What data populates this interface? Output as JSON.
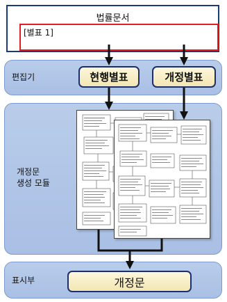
{
  "document": {
    "title": "법률문서",
    "table_label": "[별표 1]"
  },
  "layers": {
    "editor": "편집기",
    "generator": "개정문\n생성 모듈",
    "display": "표시부"
  },
  "buttons": {
    "current_table": "현행별표",
    "revised_table": "개정별표",
    "output": "개정문"
  }
}
